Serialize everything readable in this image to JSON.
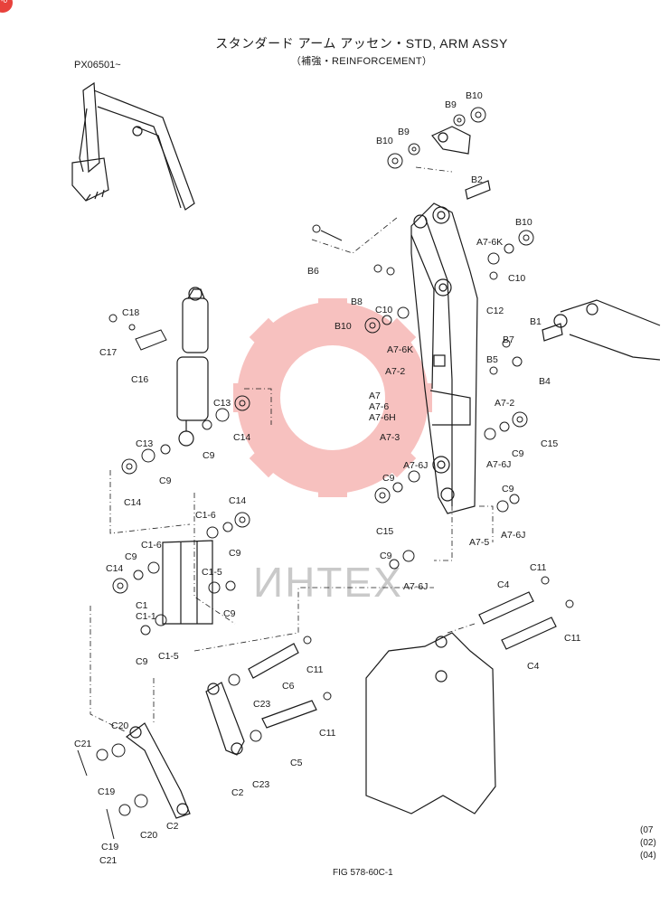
{
  "header": {
    "title_jp": "スタンダード アーム アッセン・STD, ARM ASSY",
    "title_sub": "（補強・REINFORCEMENT）",
    "model_code": "PX06501~"
  },
  "footer": {
    "figure_code": "FIG  578-60C-1",
    "serial_lines": [
      "(07",
      "(02)",
      "(04)"
    ]
  },
  "watermark": {
    "text": "ИНТЕХ",
    "color": "#e8423c"
  },
  "badge": {
    "text": "-0"
  },
  "part_labels": [
    "B10",
    "B9",
    "B9",
    "B10",
    "B2",
    "B10",
    "A7-6K",
    "C10",
    "B6",
    "B8",
    "C12",
    "C10",
    "B10",
    "A7-6K",
    "B1",
    "B7",
    "B5",
    "B4",
    "A7-2",
    "A7",
    "A7-6",
    "A7-6H",
    "A7-2",
    "A7-3",
    "C15",
    "C9",
    "A7-6J",
    "A7-6J",
    "C9",
    "C15",
    "C9",
    "A7-6J",
    "A7-5",
    "C9",
    "A7-6J",
    "C18",
    "C17",
    "C16",
    "C13",
    "C14",
    "C9",
    "C13",
    "C9",
    "C14",
    "C1-6",
    "C14",
    "C9",
    "C1-6",
    "C9",
    "C14",
    "C1-5",
    "C9",
    "C1",
    "C1-1",
    "C9",
    "C1-5",
    "C11",
    "C4",
    "C11",
    "C4",
    "C11",
    "C6",
    "C23",
    "C11",
    "C5",
    "C23",
    "C20",
    "C21",
    "C19",
    "C2",
    "C2",
    "C19",
    "C20",
    "C21"
  ]
}
